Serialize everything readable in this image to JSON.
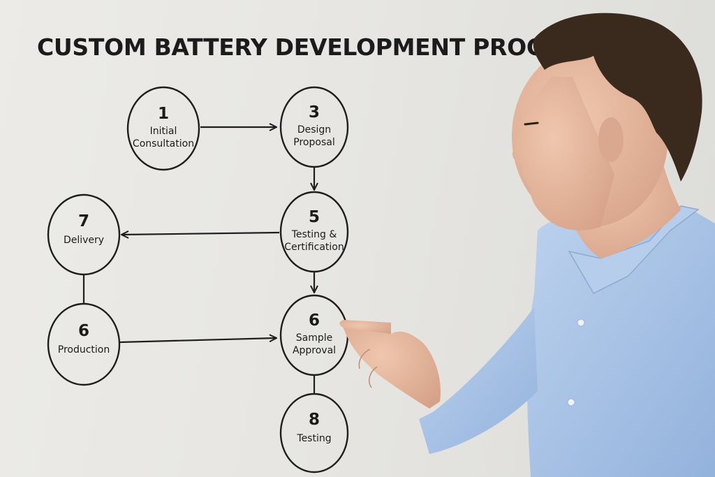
{
  "title": "CUSTOM BATTERY DEVELOPMENT PROCESS",
  "nodes": [
    {
      "id": "initial-consultation",
      "number": "1",
      "lines": [
        "Initial",
        "Consultation"
      ]
    },
    {
      "id": "design-proposal",
      "number": "3",
      "lines": [
        "Design",
        "Proposal"
      ]
    },
    {
      "id": "testing-certification",
      "number": "5",
      "lines": [
        "Testing &",
        "Certification"
      ]
    },
    {
      "id": "delivery",
      "number": "7",
      "lines": [
        "Delivery"
      ]
    },
    {
      "id": "production",
      "number": "6",
      "lines": [
        "Production"
      ]
    },
    {
      "id": "sample-approval",
      "number": "6",
      "lines": [
        "Sample",
        "Approval"
      ]
    },
    {
      "id": "testing",
      "number": "8",
      "lines": [
        "Testing"
      ]
    }
  ],
  "edges": [
    {
      "from": "initial-consultation",
      "to": "design-proposal",
      "arrow": true
    },
    {
      "from": "design-proposal",
      "to": "testing-certification",
      "arrow": true
    },
    {
      "from": "testing-certification",
      "to": "delivery",
      "arrow": true
    },
    {
      "from": "testing-certification",
      "to": "sample-approval",
      "arrow": true
    },
    {
      "from": "delivery",
      "to": "production",
      "arrow": false
    },
    {
      "from": "production",
      "to": "sample-approval",
      "arrow": true
    },
    {
      "from": "sample-approval",
      "to": "testing",
      "arrow": false
    }
  ],
  "person": {
    "shirt_color": "#a9c4e6",
    "hair_color": "#3a2a1e",
    "skin_color": "#e2b49a"
  }
}
